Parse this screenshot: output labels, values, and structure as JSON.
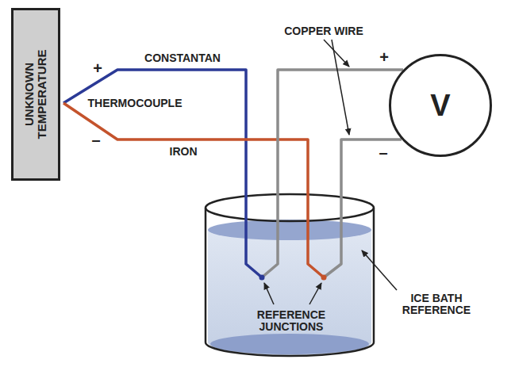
{
  "diagram": {
    "nodes": [
      {
        "text": [
          "UNKNOWN TEMPERATURE"
        ]
      },
      {
        "text": [
          "V"
        ]
      }
    ],
    "labels": [
      "+",
      "CONSTANTAN",
      "THERMOCOUPLE",
      "–",
      "IRON",
      "COPPER WIRE",
      "+",
      "–",
      "REFERENCE JUNCTIONS",
      "ICE BATH REFERENCE"
    ]
  }
}
